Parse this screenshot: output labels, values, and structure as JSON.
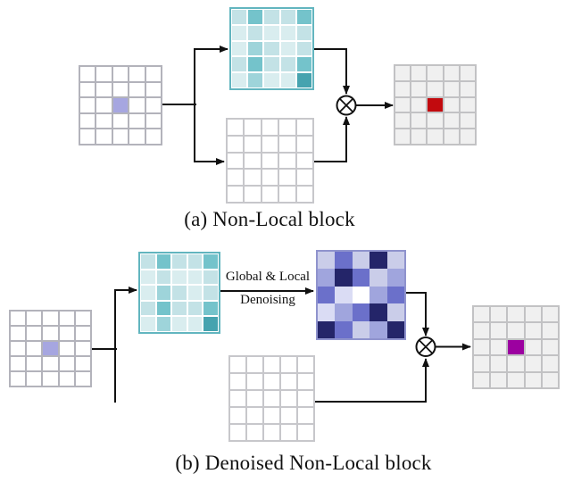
{
  "figure": {
    "caption_a": "(a) Non-Local block",
    "caption_b": "(b) Denoised Non-Local block",
    "denoise_label_line1": "Global & Local",
    "denoise_label_line2": "Denoising"
  },
  "icons": {
    "multiply": "⊗"
  },
  "palette": {
    "line_color": "#111111",
    "teal_grid_border": "#62b5bf",
    "teal_lightest": "#d9edef",
    "teal_light": "#c3e2e6",
    "teal_medium": "#9ed4da",
    "teal_dark": "#74c3cb",
    "teal_darkest": "#46a3af",
    "blue_grid_border": "#8f93cd",
    "blue_lightest": "#dadcf4",
    "blue_light": "#cacde9",
    "blue_medium": "#a0a5dd",
    "blue_dark": "#6b70ca",
    "blue_navy": "#242569",
    "input_highlight": "#a6a6e0",
    "output_highlight_red": "#c20a0e",
    "output_highlight_magenta": "#9c01a0",
    "neutral_cell": "#f0f0f0",
    "white_cell": "#ffffff"
  },
  "grids": {
    "input_a": {
      "border": "#b3b3bb",
      "rows": [
        [
          "#ffffff",
          "#ffffff",
          "#ffffff",
          "#ffffff",
          "#ffffff"
        ],
        [
          "#ffffff",
          "#ffffff",
          "#ffffff",
          "#ffffff",
          "#ffffff"
        ],
        [
          "#ffffff",
          "#ffffff",
          "#a6a6e0",
          "#ffffff",
          "#ffffff"
        ],
        [
          "#ffffff",
          "#ffffff",
          "#ffffff",
          "#ffffff",
          "#ffffff"
        ],
        [
          "#ffffff",
          "#ffffff",
          "#ffffff",
          "#ffffff",
          "#ffffff"
        ]
      ]
    },
    "attention_a": {
      "border": "#62b5bf",
      "rows": [
        [
          "#c3e2e6",
          "#74c3cb",
          "#c3e2e6",
          "#c3e2e6",
          "#74c3cb"
        ],
        [
          "#d9edef",
          "#c3e2e6",
          "#d9edef",
          "#d9edef",
          "#c3e2e6"
        ],
        [
          "#d9edef",
          "#9ed4da",
          "#c3e2e6",
          "#d9edef",
          "#c3e2e6"
        ],
        [
          "#c3e2e6",
          "#74c3cb",
          "#c3e2e6",
          "#c3e2e6",
          "#74c3cb"
        ],
        [
          "#d9edef",
          "#9ed4da",
          "#d9edef",
          "#d9edef",
          "#46a3af"
        ]
      ]
    },
    "value_a": {
      "border": "#c7c7cb",
      "rows": [
        [
          "#ffffff",
          "#ffffff",
          "#ffffff",
          "#ffffff",
          "#ffffff"
        ],
        [
          "#ffffff",
          "#ffffff",
          "#ffffff",
          "#ffffff",
          "#ffffff"
        ],
        [
          "#ffffff",
          "#ffffff",
          "#ffffff",
          "#ffffff",
          "#ffffff"
        ],
        [
          "#ffffff",
          "#ffffff",
          "#ffffff",
          "#ffffff",
          "#ffffff"
        ],
        [
          "#ffffff",
          "#ffffff",
          "#ffffff",
          "#ffffff",
          "#ffffff"
        ]
      ]
    },
    "output_a": {
      "border": "#c2c2c4",
      "rows": [
        [
          "#f0f0f0",
          "#f0f0f0",
          "#f0f0f0",
          "#f0f0f0",
          "#f0f0f0"
        ],
        [
          "#f0f0f0",
          "#f0f0f0",
          "#f0f0f0",
          "#f0f0f0",
          "#f0f0f0"
        ],
        [
          "#f0f0f0",
          "#f0f0f0",
          "#c20a0e",
          "#f0f0f0",
          "#f0f0f0"
        ],
        [
          "#f0f0f0",
          "#f0f0f0",
          "#f0f0f0",
          "#f0f0f0",
          "#f0f0f0"
        ],
        [
          "#f0f0f0",
          "#f0f0f0",
          "#f0f0f0",
          "#f0f0f0",
          "#f0f0f0"
        ]
      ]
    },
    "input_b": {
      "border": "#b3b3bb",
      "rows": [
        [
          "#ffffff",
          "#ffffff",
          "#ffffff",
          "#ffffff",
          "#ffffff"
        ],
        [
          "#ffffff",
          "#ffffff",
          "#ffffff",
          "#ffffff",
          "#ffffff"
        ],
        [
          "#ffffff",
          "#ffffff",
          "#a6a6e0",
          "#ffffff",
          "#ffffff"
        ],
        [
          "#ffffff",
          "#ffffff",
          "#ffffff",
          "#ffffff",
          "#ffffff"
        ],
        [
          "#ffffff",
          "#ffffff",
          "#ffffff",
          "#ffffff",
          "#ffffff"
        ]
      ]
    },
    "attention_b": {
      "border": "#62b5bf",
      "rows": [
        [
          "#c3e2e6",
          "#74c3cb",
          "#c3e2e6",
          "#c3e2e6",
          "#74c3cb"
        ],
        [
          "#d9edef",
          "#c3e2e6",
          "#d9edef",
          "#d9edef",
          "#c3e2e6"
        ],
        [
          "#d9edef",
          "#9ed4da",
          "#c3e2e6",
          "#d9edef",
          "#c3e2e6"
        ],
        [
          "#c3e2e6",
          "#74c3cb",
          "#c3e2e6",
          "#c3e2e6",
          "#74c3cb"
        ],
        [
          "#d9edef",
          "#9ed4da",
          "#d9edef",
          "#d9edef",
          "#46a3af"
        ]
      ]
    },
    "denoised_b": {
      "border": "#8f93cd",
      "rows": [
        [
          "#cacde9",
          "#6b70ca",
          "#cacde9",
          "#242569",
          "#cacde9"
        ],
        [
          "#a0a5dd",
          "#242569",
          "#6b70ca",
          "#cacde9",
          "#a0a5dd"
        ],
        [
          "#6b70ca",
          "#dadcf4",
          "#ffffff",
          "#a0a5dd",
          "#6b70ca"
        ],
        [
          "#dadcf4",
          "#a0a5dd",
          "#6b70ca",
          "#242569",
          "#cacde9"
        ],
        [
          "#242569",
          "#6b70ca",
          "#cacde9",
          "#a0a5dd",
          "#242569"
        ]
      ]
    },
    "value_b": {
      "border": "#c7c7cb",
      "rows": [
        [
          "#ffffff",
          "#ffffff",
          "#ffffff",
          "#ffffff",
          "#ffffff"
        ],
        [
          "#ffffff",
          "#ffffff",
          "#ffffff",
          "#ffffff",
          "#ffffff"
        ],
        [
          "#ffffff",
          "#ffffff",
          "#ffffff",
          "#ffffff",
          "#ffffff"
        ],
        [
          "#ffffff",
          "#ffffff",
          "#ffffff",
          "#ffffff",
          "#ffffff"
        ],
        [
          "#ffffff",
          "#ffffff",
          "#ffffff",
          "#ffffff",
          "#ffffff"
        ]
      ]
    },
    "output_b": {
      "border": "#c2c2c4",
      "rows": [
        [
          "#f0f0f0",
          "#f0f0f0",
          "#f0f0f0",
          "#f0f0f0",
          "#f0f0f0"
        ],
        [
          "#f0f0f0",
          "#f0f0f0",
          "#f0f0f0",
          "#f0f0f0",
          "#f0f0f0"
        ],
        [
          "#f0f0f0",
          "#f0f0f0",
          "#9c01a0",
          "#f0f0f0",
          "#f0f0f0"
        ],
        [
          "#f0f0f0",
          "#f0f0f0",
          "#f0f0f0",
          "#f0f0f0",
          "#f0f0f0"
        ],
        [
          "#f0f0f0",
          "#f0f0f0",
          "#f0f0f0",
          "#f0f0f0",
          "#f0f0f0"
        ]
      ]
    }
  }
}
